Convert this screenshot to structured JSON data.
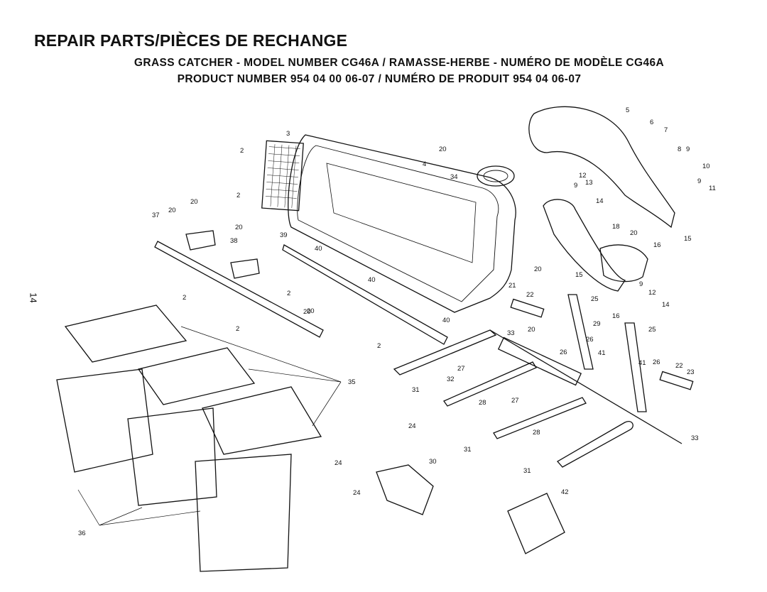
{
  "header": {
    "title": "REPAIR PARTS/PIÈCES DE RECHANGE",
    "subtitle_1": "GRASS CATCHER - MODEL NUMBER CG46A / RAMASSE-HERBE - NUMÉRO DE MODÈLE CG46A",
    "subtitle_2": "PRODUCT NUMBER 954 04 00 06-07 / NUMÉRO DE PRODUIT 954 04 06-07"
  },
  "page_number": "14",
  "callouts": [
    {
      "id": "c2a",
      "text": "2"
    },
    {
      "id": "c3",
      "text": "3"
    },
    {
      "id": "c20a",
      "text": "20"
    },
    {
      "id": "c4",
      "text": "4"
    },
    {
      "id": "c34",
      "text": "34"
    },
    {
      "id": "c2b",
      "text": "2"
    },
    {
      "id": "c5",
      "text": "5"
    },
    {
      "id": "c6",
      "text": "6"
    },
    {
      "id": "c7",
      "text": "7"
    },
    {
      "id": "c8",
      "text": "8"
    },
    {
      "id": "c9a",
      "text": "9"
    },
    {
      "id": "c10",
      "text": "10"
    },
    {
      "id": "c9b",
      "text": "9"
    },
    {
      "id": "c11",
      "text": "11"
    },
    {
      "id": "c12a",
      "text": "12"
    },
    {
      "id": "c13",
      "text": "13"
    },
    {
      "id": "c9c",
      "text": "9"
    },
    {
      "id": "c14a",
      "text": "14"
    },
    {
      "id": "c18",
      "text": "18"
    },
    {
      "id": "c20b",
      "text": "20"
    },
    {
      "id": "c15a",
      "text": "15"
    },
    {
      "id": "c16a",
      "text": "16"
    },
    {
      "id": "c37",
      "text": "37"
    },
    {
      "id": "c20c",
      "text": "20"
    },
    {
      "id": "c20d",
      "text": "20"
    },
    {
      "id": "c20e",
      "text": "20"
    },
    {
      "id": "c39",
      "text": "39"
    },
    {
      "id": "c38",
      "text": "38"
    },
    {
      "id": "c40a",
      "text": "40"
    },
    {
      "id": "c20f",
      "text": "20"
    },
    {
      "id": "c2c",
      "text": "2"
    },
    {
      "id": "c40b",
      "text": "40"
    },
    {
      "id": "c2d",
      "text": "2"
    },
    {
      "id": "c20g",
      "text": "20"
    },
    {
      "id": "c15b",
      "text": "15"
    },
    {
      "id": "c9d",
      "text": "9"
    },
    {
      "id": "c12b",
      "text": "12"
    },
    {
      "id": "c21",
      "text": "21"
    },
    {
      "id": "c22a",
      "text": "22"
    },
    {
      "id": "c25a",
      "text": "25"
    },
    {
      "id": "c16b",
      "text": "16"
    },
    {
      "id": "c14b",
      "text": "14"
    },
    {
      "id": "c2e",
      "text": "2"
    },
    {
      "id": "c20h",
      "text": "20"
    },
    {
      "id": "c40c",
      "text": "40"
    },
    {
      "id": "c20i",
      "text": "20"
    },
    {
      "id": "c29",
      "text": "29"
    },
    {
      "id": "c25b",
      "text": "25"
    },
    {
      "id": "c2f",
      "text": "2"
    },
    {
      "id": "c33a",
      "text": "33"
    },
    {
      "id": "c26a",
      "text": "26"
    },
    {
      "id": "c26b",
      "text": "26"
    },
    {
      "id": "c41a",
      "text": "41"
    },
    {
      "id": "c35",
      "text": "35"
    },
    {
      "id": "c27a",
      "text": "27"
    },
    {
      "id": "c32",
      "text": "32"
    },
    {
      "id": "c41b",
      "text": "41"
    },
    {
      "id": "c26c",
      "text": "26"
    },
    {
      "id": "c22b",
      "text": "22"
    },
    {
      "id": "c23",
      "text": "23"
    },
    {
      "id": "c31a",
      "text": "31"
    },
    {
      "id": "c28a",
      "text": "28"
    },
    {
      "id": "c27b",
      "text": "27"
    },
    {
      "id": "c28b",
      "text": "28"
    },
    {
      "id": "c33b",
      "text": "33"
    },
    {
      "id": "c24a",
      "text": "24"
    },
    {
      "id": "c31b",
      "text": "31"
    },
    {
      "id": "c24b",
      "text": "24"
    },
    {
      "id": "c30",
      "text": "30"
    },
    {
      "id": "c31c",
      "text": "31"
    },
    {
      "id": "c42",
      "text": "42"
    },
    {
      "id": "c24c",
      "text": "24"
    },
    {
      "id": "c36",
      "text": "36"
    }
  ]
}
